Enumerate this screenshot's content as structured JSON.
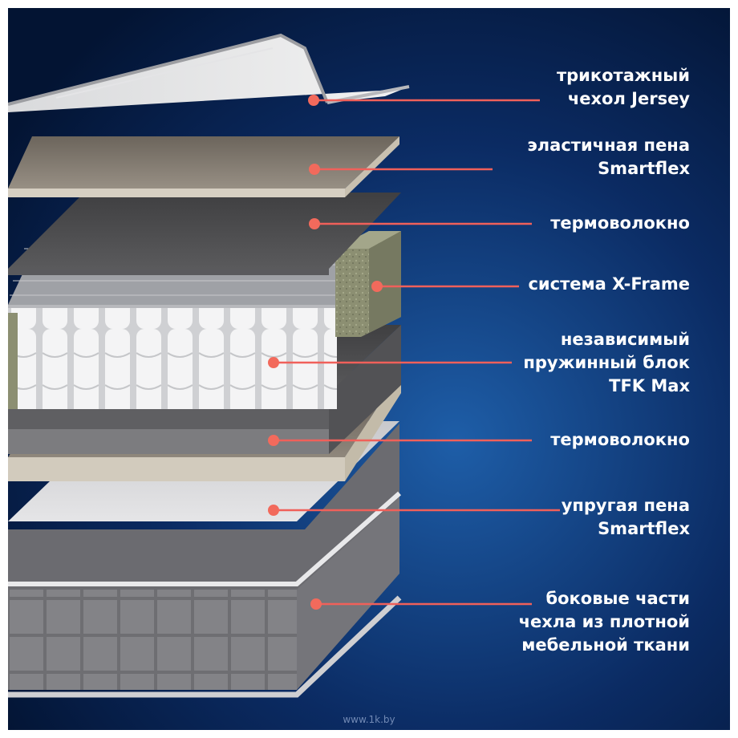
{
  "colors": {
    "background_center": "#1e5ea8",
    "background_edge": "#031433",
    "callout_line": "#f0605a",
    "callout_dot": "#f26a5c",
    "label_text": "#ffffff"
  },
  "layers": [
    {
      "id": "jersey-cover",
      "lines": [
        "трикотажный",
        "чехол Jersey"
      ]
    },
    {
      "id": "smartflex-top",
      "lines": [
        "эластичная пена",
        "Smartflex"
      ]
    },
    {
      "id": "thermofiber-top",
      "lines": [
        "термоволокно"
      ]
    },
    {
      "id": "x-frame",
      "lines": [
        "система X-Frame"
      ]
    },
    {
      "id": "spring-block",
      "lines": [
        "независимый",
        "пружинный блок",
        "TFK Max"
      ]
    },
    {
      "id": "thermofiber-bottom",
      "lines": [
        "термоволокно"
      ]
    },
    {
      "id": "smartflex-bottom",
      "lines": [
        "упругая пена",
        "Smartflex"
      ]
    },
    {
      "id": "side-fabric",
      "lines": [
        "боковые части",
        "чехла из плотной",
        "мебельной ткани"
      ]
    }
  ],
  "watermark": "www.1k.by"
}
